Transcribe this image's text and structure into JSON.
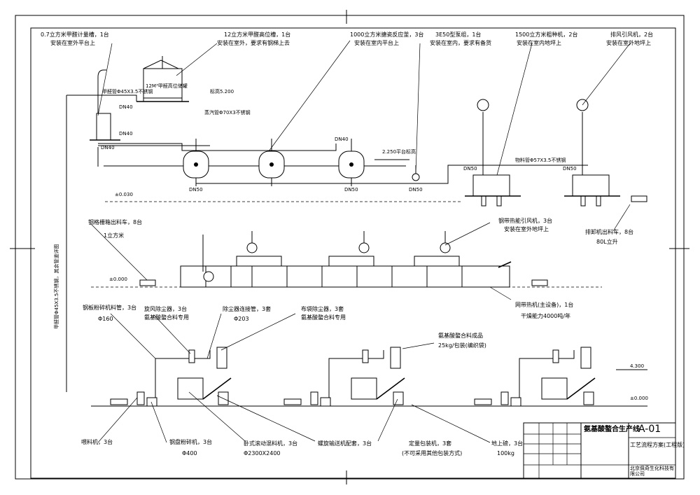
{
  "title_block": {
    "project_name": "氨基酸螯合生产线",
    "drawing_no": "A-01",
    "drawing_title": "工艺流程方案(工程版)",
    "company": "北京佩奇生化科技有限公司"
  },
  "labels": {
    "water_meter_tank": "0.7立方米甲醛计量槽，1台",
    "water_meter_tank_note": "安装在室外平台上",
    "formaldehyde_tank": "12立方米甲醛高位槽，1台",
    "formaldehyde_tank_note": "安装在室外，要求有钢梯上去",
    "reactor": "1000立方米搪瓷反应釜，3台",
    "reactor_note": "安装在室内平台上",
    "pump": "3E50型泵组，1台",
    "pump_note": "安装在室内，要求有备货",
    "dryer_2": "1500立方米粗种机，2台",
    "dryer_2_note": "安装在室内地坪上",
    "fan_2": "排风引风机，2台",
    "fan_2_note": "安装在室外地坪上",
    "tank_vol": "12M³甲醛高位储罐",
    "elev_5200": "标高5.200",
    "elev_2250": "2.250平台标高",
    "elev_0030": "±0.030",
    "elev_0000_a": "±0.000",
    "elev_4300": "4.300",
    "elev_0000_b": "±0.000",
    "dn40_a": "DN40",
    "dn40_b": "DN40",
    "dn40_c": "DN40",
    "dn40_d": "DN40",
    "dn50_a": "DN50",
    "dn50_b": "DN50",
    "dn50_c": "DN50",
    "dn50_d": "DN50",
    "dn50_e": "DN50",
    "pipe_45": "甲醛管Φ45X3.5不锈钢",
    "pipe_57": "物料管Φ57X3.5不锈钢",
    "pipe_70": "蒸汽管Φ70X3不锈钢",
    "cart_row2": "钢格栅箱出料车，8台",
    "cart_row2_vol": "1立方米",
    "hot_fan": "钢带热能引风机，3台",
    "hot_fan_note": "安装在室外地坪上",
    "cart_right": "排卸机出料车，8台",
    "cart_right_vol": "80L立升",
    "belt_dryer": "网带热机(主设备)，1台",
    "capacity": "干燥能力4000吨/年",
    "side_note": "甲醛管Φ45X3.5不锈钢，其余管道详图",
    "crusher_pipe": "钢板粉碎机料管，3台",
    "crusher_dia": "Φ160",
    "cyclone": "旋风除尘器，3台",
    "cyclone_note": "氨基酸螯合料专用",
    "dust_pipe": "除尘器连接管，3套",
    "dust_dia": "Φ203",
    "bag_filter": "布袋除尘器，3套",
    "bag_note": "氨基酸螯合料专用",
    "pack_note": "氨基酸螯合料成品",
    "pack_spec": "25kg/包装(编织袋)",
    "feeder": "喂料机，3台",
    "pulverizer": "钢盘粉碎机，3台",
    "pulverizer_dia": "Φ400",
    "mixer": "卧式滚动混料机，3台",
    "mixer_dia": "Φ2300X2400",
    "conveyor": "螺旋输送机配套，3台",
    "packer": "定量包装机，3套",
    "packer_note": "(不可采用其他包装方式)",
    "scale": "地上磅，3台",
    "scale_cap": "100kg"
  }
}
